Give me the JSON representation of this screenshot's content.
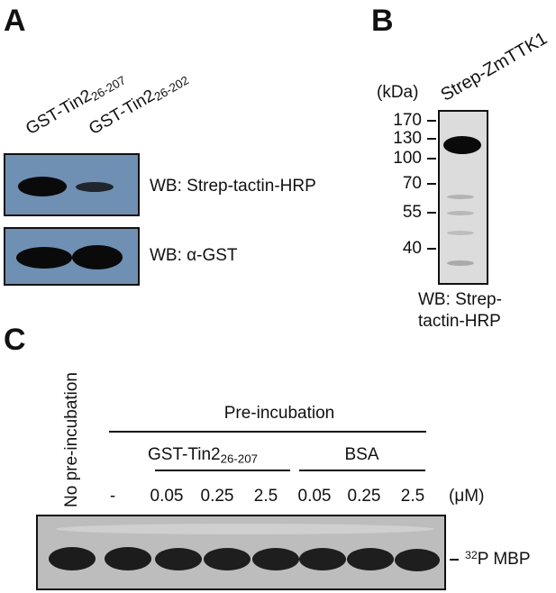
{
  "figure": {
    "panel_a": {
      "letter": "A",
      "lane_1": {
        "base": "GST-Tin2",
        "sub": "26-207"
      },
      "lane_2": {
        "base": "GST-Tin2",
        "sub": "26-202"
      },
      "blot_1_label": "WB: Strep-tactin-HRP",
      "blot_2_label": "WB: α-GST"
    },
    "panel_b": {
      "letter": "B",
      "lane_label": "Strep-ZmTTK1",
      "unit_label": "(kDa)",
      "markers": [
        "170",
        "130",
        "100",
        "70",
        "55",
        "40"
      ],
      "caption_line_1": "WB: Strep-",
      "caption_line_2": "tactin-HRP"
    },
    "panel_c": {
      "letter": "C",
      "no_preinc": "No pre-incubation",
      "preinc": "Pre-incubation",
      "group_1": {
        "base": "GST-Tin2",
        "sub": "26-207"
      },
      "group_2": "BSA",
      "concentrations": [
        "-",
        "0.05",
        "0.25",
        "2.5",
        "0.05",
        "0.25",
        "2.5"
      ],
      "unit": "(μM)",
      "band_label": {
        "sup": "32",
        "text": "P MBP"
      }
    }
  }
}
